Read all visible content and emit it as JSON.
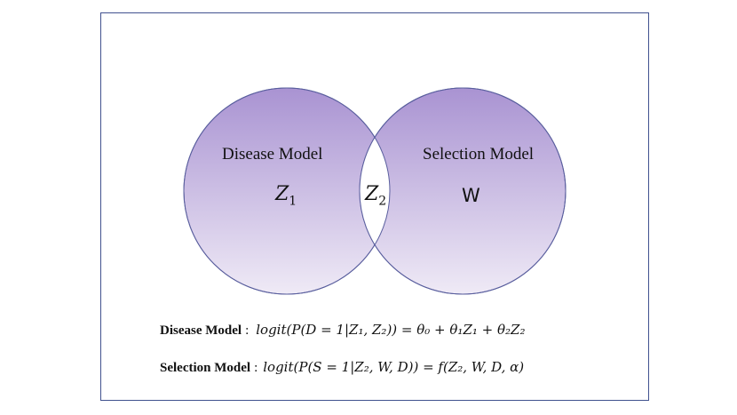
{
  "diagram": {
    "left_circle_label": "Disease Model",
    "right_circle_label": "Selection Model",
    "left_var": {
      "base": "Z",
      "sub": "1"
    },
    "overlap_var": {
      "base": "Z",
      "sub": "2"
    },
    "right_var": "W",
    "circle_stroke": "#5a5f9e",
    "gradient_top": "#a993d2",
    "gradient_bottom": "#efeaf6",
    "frame_color": "#41528f"
  },
  "equations": [
    {
      "label": "Disease Model",
      "colon": ":",
      "formula": "logit(P(D = 1|Z₁, Z₂)) = θ₀ + θ₁Z₁ + θ₂Z₂"
    },
    {
      "label": "Selection Model",
      "colon": ":",
      "formula": "logit(P(S = 1|Z₂, W, D)) = f(Z₂, W, D, α)"
    }
  ]
}
